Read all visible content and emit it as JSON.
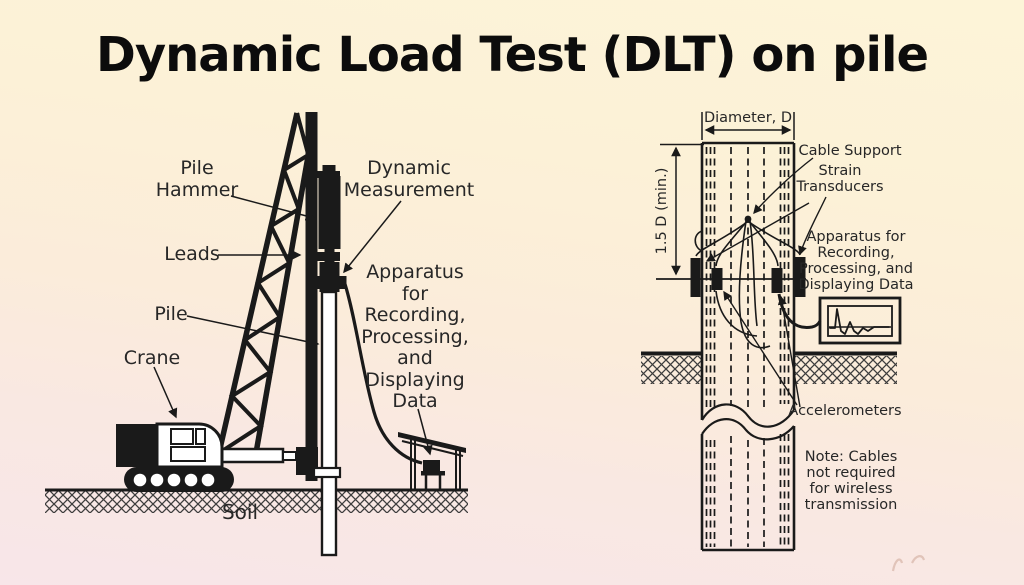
{
  "title": "Dynamic Load Test (DLT) on pile",
  "left_diagram": {
    "labels": {
      "pile_hammer": "Pile\nHammer",
      "leads": "Leads",
      "pile": "Pile",
      "crane": "Crane",
      "dynamic_measurement": "Dynamic\nMeasurement",
      "apparatus": "Apparatus\nfor\nRecording,\nProcessing,\nand\nDisplaying\nData",
      "soil": "Soil"
    }
  },
  "right_diagram": {
    "labels": {
      "diameter": "Diameter, D",
      "min_length": "1.5 D (min.)",
      "cable_support": "Cable Support",
      "strain_transducers": "Strain\nTransducers",
      "apparatus": "Apparatus for\nRecording,\nProcessing, and\nDisplaying Data",
      "accelerometers": "Accelerometers",
      "note": "Note: Cables\nnot required\nfor wireless\ntransmission"
    }
  },
  "colors": {
    "background_top": "#fdf4d8",
    "background_bottom": "#f8e6e9",
    "ink": "#1a1a1a",
    "label_text": "#272727"
  }
}
